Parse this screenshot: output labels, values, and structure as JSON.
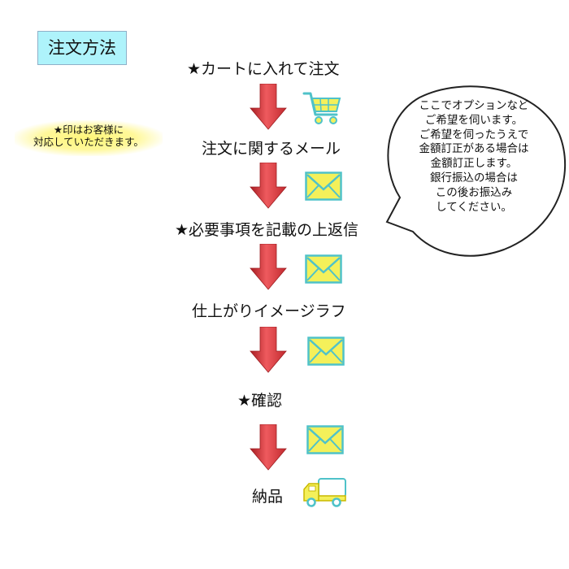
{
  "title": "注文方法",
  "steps": [
    {
      "label": "★カートに入れて注文"
    },
    {
      "label": "注文に関するメール"
    },
    {
      "label": "★必要事項を記載の上返信"
    },
    {
      "label": "仕上がりイメージラフ"
    },
    {
      "label": "★確認"
    },
    {
      "label": "納品"
    }
  ],
  "note": {
    "lines": [
      "★印はお客様に",
      "対応していただきます。"
    ]
  },
  "bubble": {
    "lines": [
      "ここでオプションなど",
      "ご希望を伺います。",
      "ご希望を伺ったうえで",
      "金額訂正がある場合は",
      "金額訂正します。",
      "銀行振込の場合は",
      "この後お振込み",
      "してください。"
    ]
  },
  "icons": [
    "cart-icon",
    "mail-icon",
    "mail-icon",
    "mail-icon",
    "mail-icon",
    "truck-icon"
  ],
  "colors": {
    "arrow": "#d9343a",
    "title_bg": "#aef3fb",
    "icon_fill": "#f4f05a",
    "icon_stroke": "#4fc2c9",
    "note_highlight": "#fff67a"
  }
}
